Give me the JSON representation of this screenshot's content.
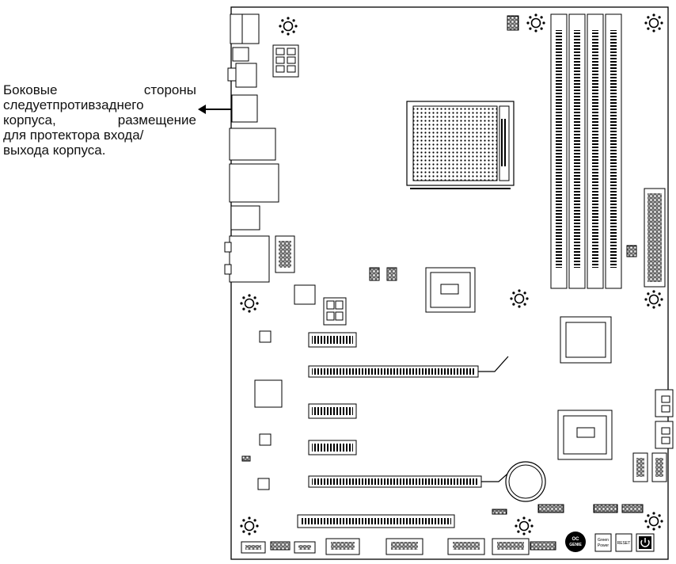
{
  "caption": {
    "line1_a": "Боковые",
    "line1_b": "стороны",
    "line2": "следуетпротивзаднего",
    "line3_a": "корпуса,",
    "line3_b": "размещение",
    "line4": "для протектора входа/",
    "line5": "выхода корпуса."
  },
  "board": {
    "oc_genie_line1": "OC",
    "oc_genie_line2": "GENIE",
    "green_power_line1": "Green",
    "green_power_line2": "Power",
    "reset_label": "RESET"
  },
  "colors": {
    "line": "#000000",
    "fill": "#ffffff",
    "slot": "#333333"
  }
}
